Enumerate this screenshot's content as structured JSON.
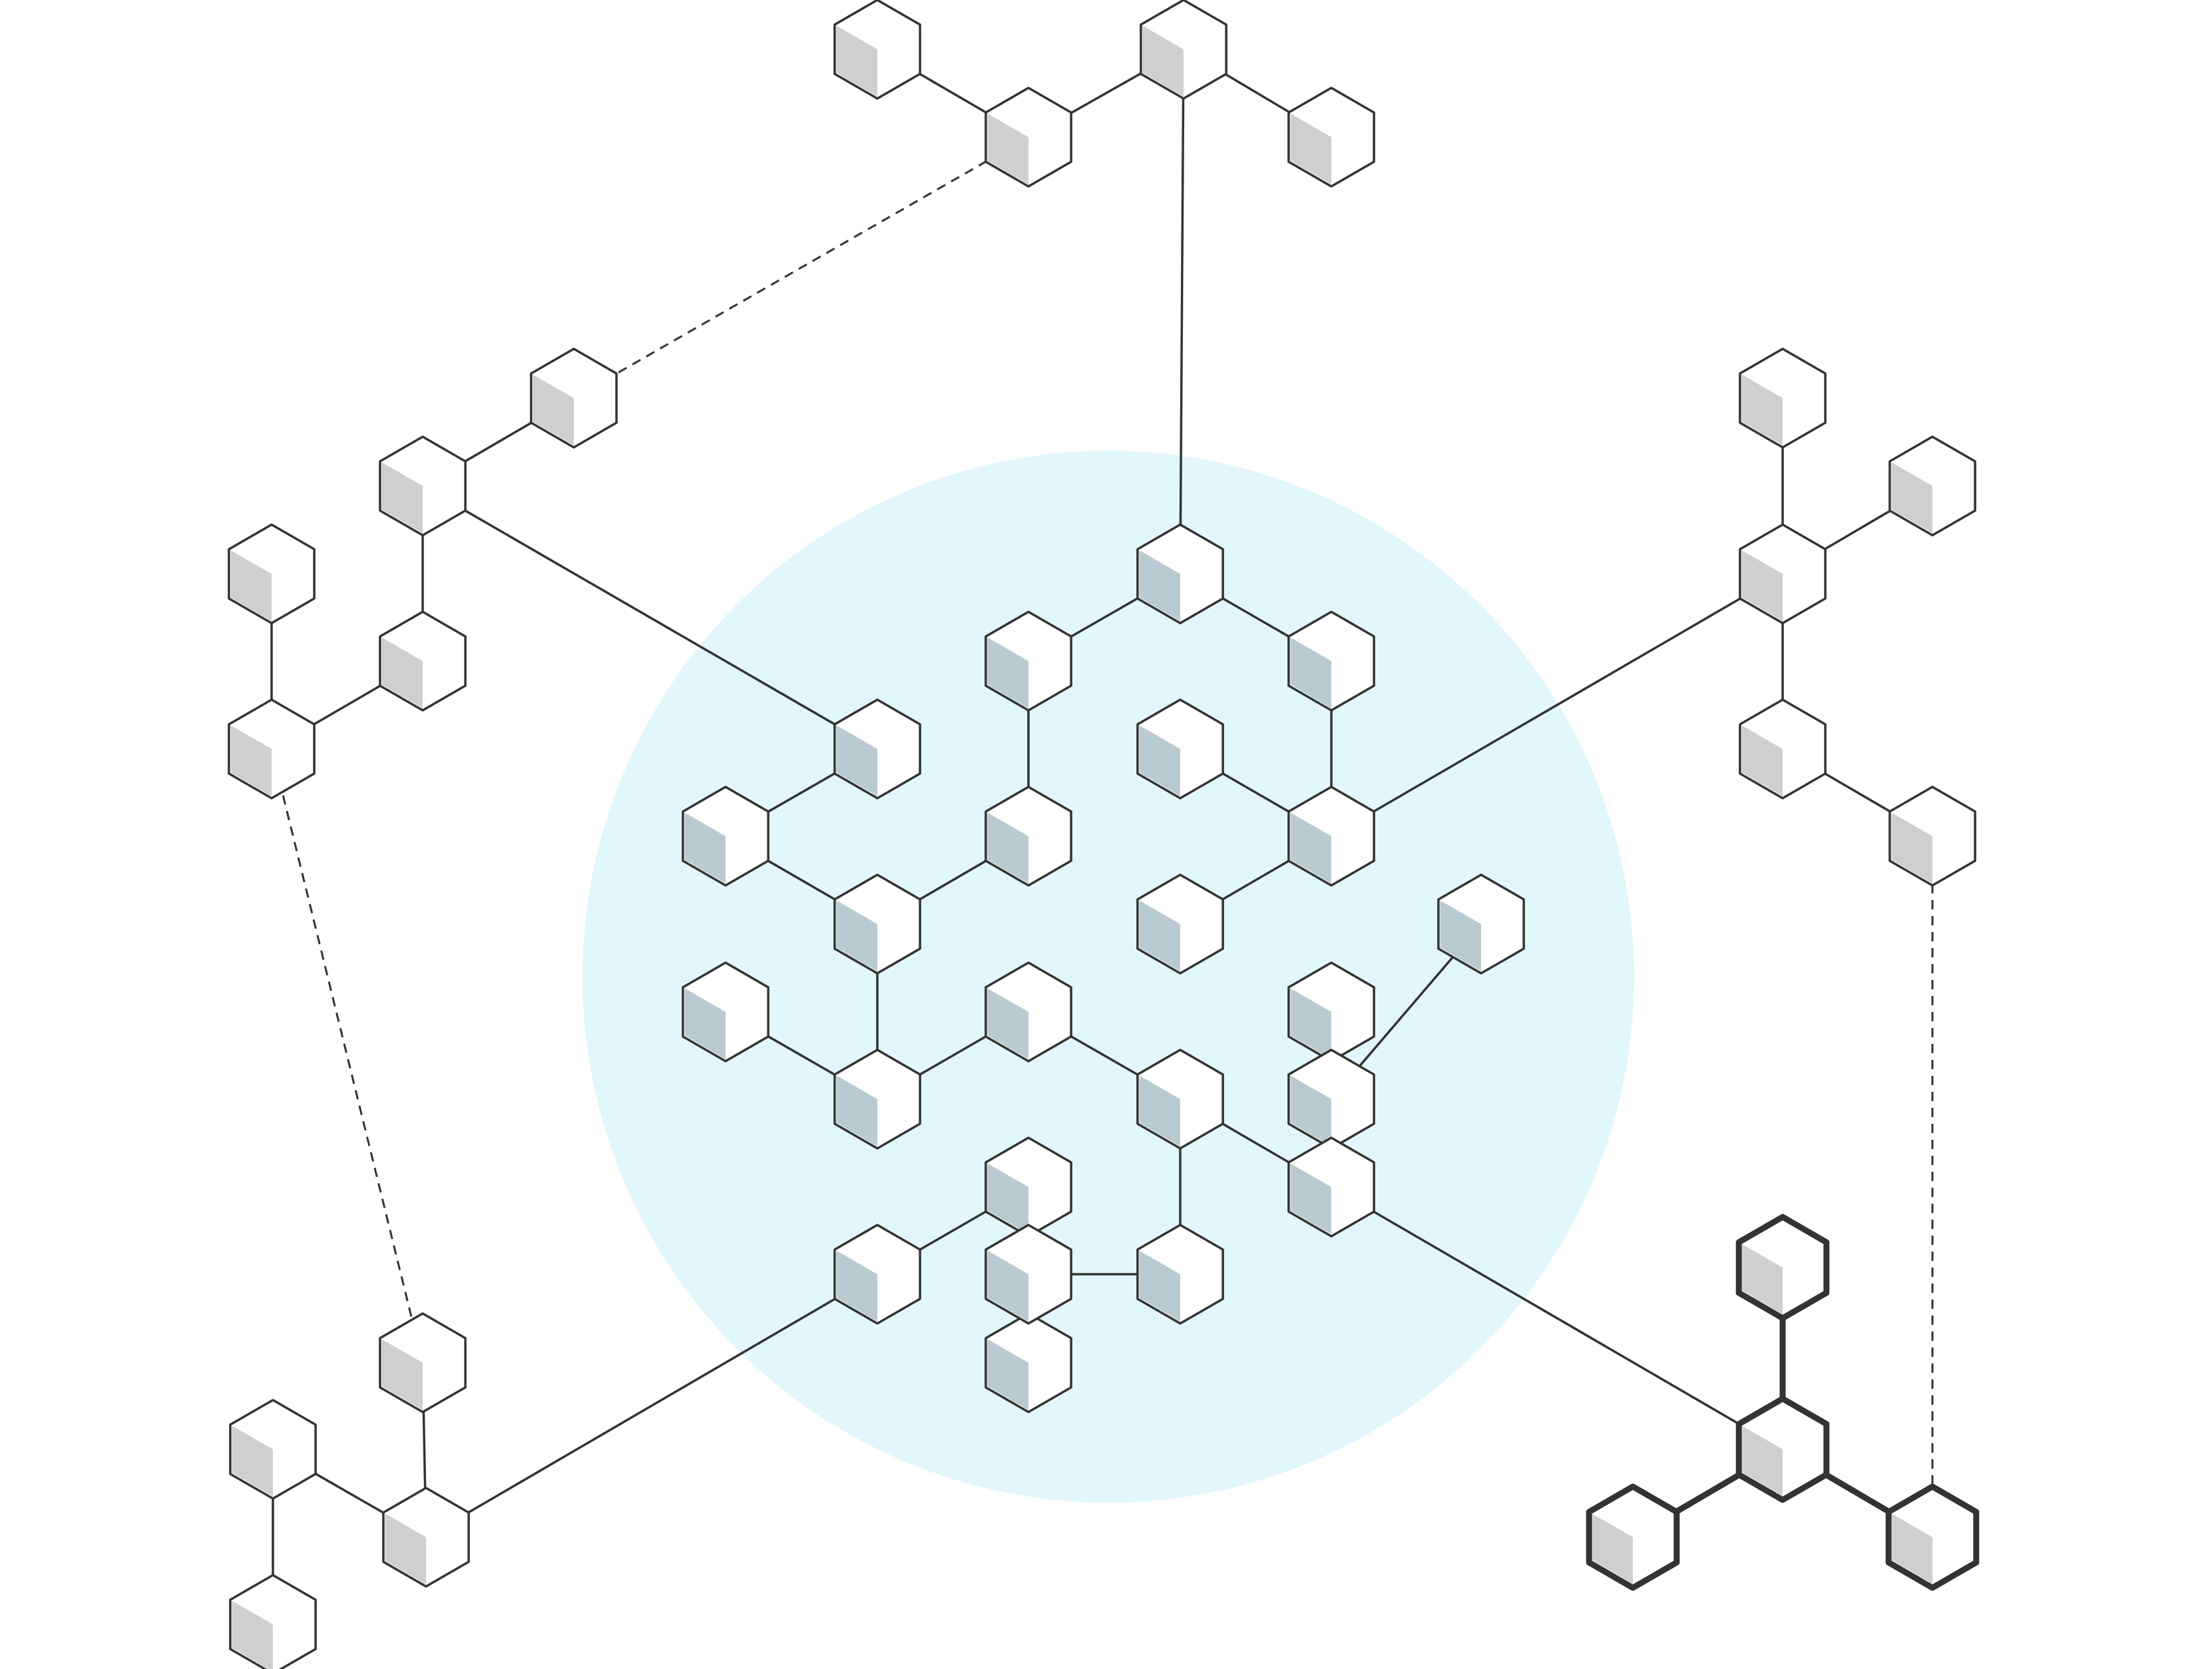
{
  "diagram": {
    "kind": "network-of-hexagonal-cubes",
    "colors": {
      "background": "#ffffff",
      "zone": "#e2f7fc",
      "stroke": "#333333",
      "shade_outer": "#cfcfcf",
      "shade_inner": "#b9cbd1",
      "face": "#ffffff"
    },
    "nodes": [
      {
        "id": "n1",
        "group": "top"
      },
      {
        "id": "n2",
        "group": "top"
      },
      {
        "id": "n3",
        "group": "top"
      },
      {
        "id": "n4",
        "group": "top"
      },
      {
        "id": "n5",
        "group": "top-left"
      },
      {
        "id": "n6",
        "group": "top-left"
      },
      {
        "id": "n7",
        "group": "top-left"
      },
      {
        "id": "n8",
        "group": "top-left"
      },
      {
        "id": "n9",
        "group": "top-left"
      },
      {
        "id": "n10",
        "group": "right"
      },
      {
        "id": "n11",
        "group": "right"
      },
      {
        "id": "n12",
        "group": "right"
      },
      {
        "id": "n13",
        "group": "right"
      },
      {
        "id": "n14",
        "group": "right"
      },
      {
        "id": "n15",
        "group": "bottom-left"
      },
      {
        "id": "n16",
        "group": "bottom-left"
      },
      {
        "id": "n17",
        "group": "bottom-left"
      },
      {
        "id": "n18",
        "group": "bottom-left"
      },
      {
        "id": "n19",
        "group": "bottom-right",
        "highlighted": true
      },
      {
        "id": "n20",
        "group": "bottom-right",
        "highlighted": true
      },
      {
        "id": "n21",
        "group": "bottom-right",
        "highlighted": true
      },
      {
        "id": "n22",
        "group": "bottom-right",
        "highlighted": true
      },
      {
        "id": "c1",
        "group": "core"
      },
      {
        "id": "c2",
        "group": "core"
      },
      {
        "id": "c3",
        "group": "core"
      },
      {
        "id": "c4",
        "group": "core"
      },
      {
        "id": "c5",
        "group": "core"
      },
      {
        "id": "c6",
        "group": "core"
      },
      {
        "id": "c7",
        "group": "core"
      },
      {
        "id": "c8",
        "group": "core"
      },
      {
        "id": "c9",
        "group": "core"
      },
      {
        "id": "c10",
        "group": "core"
      },
      {
        "id": "c11",
        "group": "core"
      },
      {
        "id": "c12",
        "group": "core"
      },
      {
        "id": "c13",
        "group": "core"
      },
      {
        "id": "c14",
        "group": "core"
      },
      {
        "id": "c15",
        "group": "core"
      },
      {
        "id": "c16",
        "group": "core"
      },
      {
        "id": "c17",
        "group": "core"
      },
      {
        "id": "c18",
        "group": "core"
      },
      {
        "id": "c19",
        "group": "core"
      },
      {
        "id": "c20",
        "group": "core"
      },
      {
        "id": "c21",
        "group": "core"
      },
      {
        "id": "c22",
        "group": "core"
      },
      {
        "id": "c23",
        "group": "core"
      }
    ],
    "edges": [
      {
        "from": "n1",
        "to": "n3",
        "style": "solid"
      },
      {
        "from": "n3",
        "to": "n2",
        "style": "solid"
      },
      {
        "from": "n2",
        "to": "n4",
        "style": "solid"
      },
      {
        "from": "n2",
        "to": "c1",
        "style": "solid"
      },
      {
        "from": "n3",
        "to": "n5",
        "style": "dashed"
      },
      {
        "from": "n5",
        "to": "n6",
        "style": "solid"
      },
      {
        "from": "n6",
        "to": "n8",
        "style": "solid"
      },
      {
        "from": "n8",
        "to": "n9",
        "style": "solid"
      },
      {
        "from": "n7",
        "to": "n9",
        "style": "solid"
      },
      {
        "from": "n6",
        "to": "c4",
        "style": "solid"
      },
      {
        "from": "n9",
        "to": "n16",
        "style": "dashed"
      },
      {
        "from": "n10",
        "to": "n12",
        "style": "solid"
      },
      {
        "from": "n12",
        "to": "n11",
        "style": "solid"
      },
      {
        "from": "n12",
        "to": "n13",
        "style": "solid"
      },
      {
        "from": "n13",
        "to": "n14",
        "style": "solid"
      },
      {
        "from": "n12",
        "to": "c7",
        "style": "solid"
      },
      {
        "from": "n14",
        "to": "n22",
        "style": "dashed"
      },
      {
        "from": "n15",
        "to": "n17",
        "style": "solid"
      },
      {
        "from": "n16",
        "to": "n17",
        "style": "solid"
      },
      {
        "from": "n15",
        "to": "n18",
        "style": "solid"
      },
      {
        "from": "n17",
        "to": "c19",
        "style": "solid"
      },
      {
        "from": "n19",
        "to": "n20",
        "style": "bold"
      },
      {
        "from": "n20",
        "to": "n21",
        "style": "bold"
      },
      {
        "from": "n20",
        "to": "n22",
        "style": "bold"
      },
      {
        "from": "c18",
        "to": "n20",
        "style": "solid"
      },
      {
        "from": "c1",
        "to": "c2",
        "style": "solid"
      },
      {
        "from": "c1",
        "to": "c3",
        "style": "solid"
      },
      {
        "from": "c2",
        "to": "c8",
        "style": "solid"
      },
      {
        "from": "c3",
        "to": "c7",
        "style": "solid"
      },
      {
        "from": "c6",
        "to": "c7",
        "style": "solid"
      },
      {
        "from": "c7",
        "to": "c11",
        "style": "solid"
      },
      {
        "from": "c4",
        "to": "c5",
        "style": "solid"
      },
      {
        "from": "c5",
        "to": "c9",
        "style": "solid"
      },
      {
        "from": "c8",
        "to": "c9",
        "style": "solid"
      },
      {
        "from": "c9",
        "to": "c13",
        "style": "solid"
      },
      {
        "from": "c12",
        "to": "c13",
        "style": "solid"
      },
      {
        "from": "c13",
        "to": "c14",
        "style": "solid"
      },
      {
        "from": "c14",
        "to": "c16",
        "style": "solid"
      },
      {
        "from": "c16",
        "to": "c18",
        "style": "solid"
      },
      {
        "from": "c15",
        "to": "c17",
        "style": "solid"
      },
      {
        "from": "c10",
        "to": "c17",
        "style": "solid"
      },
      {
        "from": "c17",
        "to": "c18",
        "style": "solid"
      },
      {
        "from": "c16",
        "to": "c21",
        "style": "solid"
      },
      {
        "from": "c21",
        "to": "c23",
        "style": "solid"
      },
      {
        "from": "c20",
        "to": "c22",
        "style": "solid"
      },
      {
        "from": "c19",
        "to": "c20",
        "style": "solid"
      },
      {
        "from": "c22",
        "to": "c23",
        "style": "solid"
      }
    ]
  }
}
